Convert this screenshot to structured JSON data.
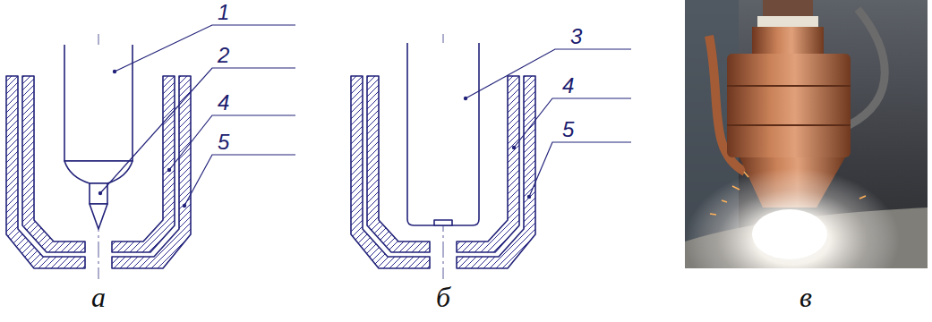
{
  "diagram": {
    "labels": [
      "1",
      "2",
      "4",
      "5",
      "3",
      "4",
      "5",
      "а",
      "б",
      "в"
    ]
  }
}
